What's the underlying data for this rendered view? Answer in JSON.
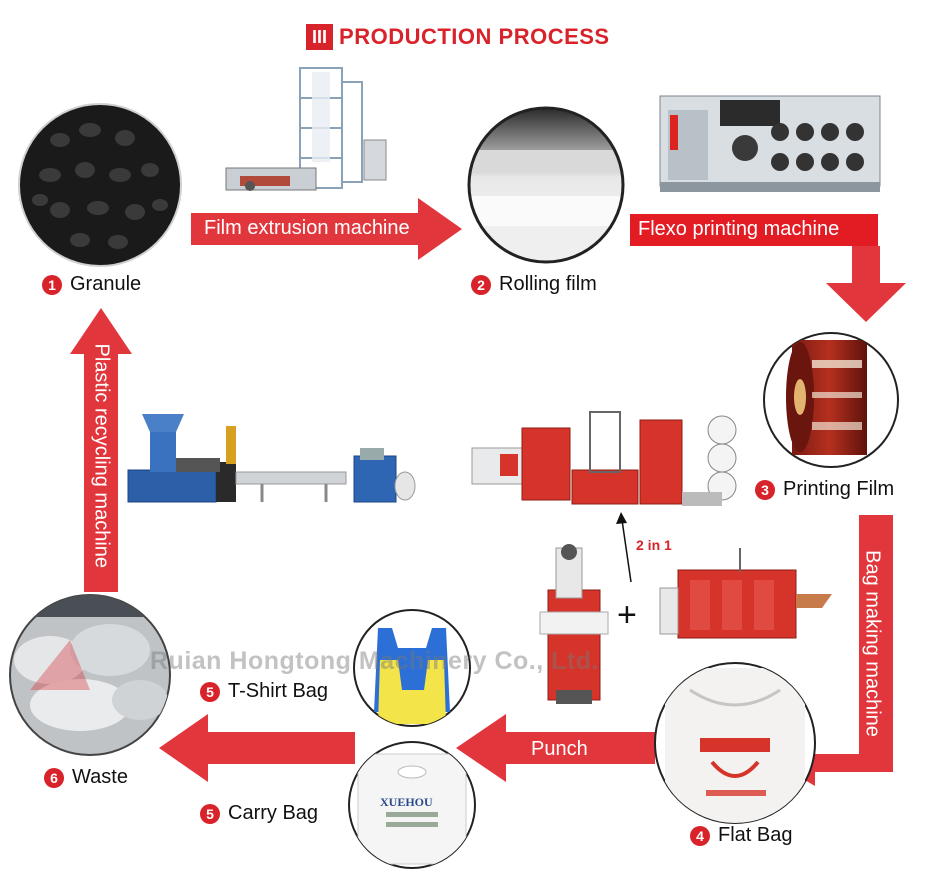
{
  "title": {
    "badge": "III",
    "text": "PRODUCTION PROCESS"
  },
  "steps": {
    "granule": {
      "num": "1",
      "label": "Granule"
    },
    "rolling": {
      "num": "2",
      "label": "Rolling film"
    },
    "printing": {
      "num": "3",
      "label": "Printing Film"
    },
    "flat": {
      "num": "4",
      "label": "Flat Bag"
    },
    "tshirt": {
      "num": "5",
      "label": "T-Shirt Bag"
    },
    "carry": {
      "num": "5",
      "label": "Carry Bag"
    },
    "waste": {
      "num": "6",
      "label": "Waste"
    }
  },
  "arrows": {
    "extrusion": "Film extrusion machine",
    "flexo": "Flexo printing machine",
    "bag_making": "Bag making machine",
    "punch": "Punch",
    "recycling": "Plastic recycling machine"
  },
  "combo": {
    "two_in_one": "2 in 1",
    "plus": "+"
  },
  "carry_bag_print": {
    "brand": "XUEHOU"
  },
  "watermark": "Ruian Hongtong Machinery Co., Ltd.",
  "colors": {
    "accent": "#d8232a",
    "arrow": "#e2363d"
  }
}
